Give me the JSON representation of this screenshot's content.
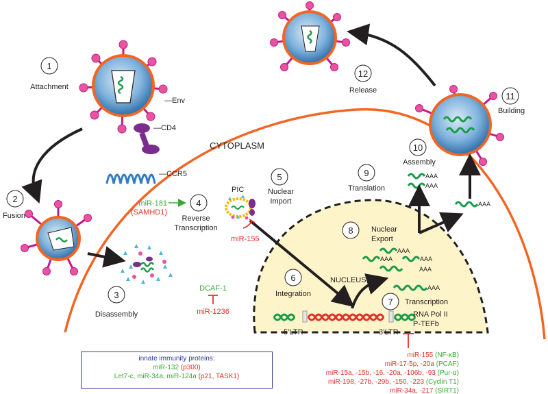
{
  "steps": [
    {
      "n": "1",
      "label": "Attachment"
    },
    {
      "n": "2",
      "label": "Fusion"
    },
    {
      "n": "3",
      "label": "Disassembly"
    },
    {
      "n": "4",
      "label": "Reverse Transcription"
    },
    {
      "n": "5",
      "label": "Nuclear Import"
    },
    {
      "n": "6",
      "label": "Integration"
    },
    {
      "n": "7",
      "label": "Transcription"
    },
    {
      "n": "8",
      "label": "Nuclear Export"
    },
    {
      "n": "9",
      "label": "Translation"
    },
    {
      "n": "10",
      "label": "Assembly"
    },
    {
      "n": "11",
      "label": "Building"
    },
    {
      "n": "12",
      "label": "Release"
    }
  ],
  "receptors": {
    "env": "—Env",
    "cd4": "—CD4",
    "ccr5": "—CCR5"
  },
  "regions": {
    "cytoplasm": "CYTOPLASM",
    "nucleus": "NUCLEUS"
  },
  "pic": "PIC",
  "ltr": {
    "five": "5’LTR",
    "three": "3’LTR"
  },
  "factors": {
    "rnapol": "RNA Pol II",
    "ptefb": "P-TEFb"
  },
  "polyA": "AAA",
  "mirna": {
    "mir181": "miR-181",
    "samhd1": "(SAMHD1)",
    "mir155_pic": "miR-155",
    "dcaf1": "DCAF-1",
    "mir1236": "miR-1236",
    "list": [
      {
        "mir": "miR-155",
        "target": " (NF-κB)"
      },
      {
        "mir": "miR-17-5p, -20a",
        "target": " (PCAF)"
      },
      {
        "mir": "miR-15a, -15b, -16, -20a, -106b, -93",
        "target": " (Pur-α)"
      },
      {
        "mir": "miR-198, -27b, -29b, -150, -223",
        "target": " (Cyclin T1)"
      },
      {
        "mir": "miR-34a, -217",
        "target": " (SIRT1)"
      }
    ]
  },
  "legend": {
    "title": "innate immunity proteins:",
    "row1_mir": "miR-132",
    "row1_target": " (p300)",
    "row2_mir": "Let7-c, miR-34a, miR-124a",
    "row2_target": " (p21, TASK1)"
  },
  "colors": {
    "membrane": "#f26522",
    "capsid": "#ffffff",
    "virion": "#4a90c8",
    "rna": "#1a9b4b",
    "spike": "#c2188b",
    "nucleus": "#fdf5c9",
    "cd4": "#7b2d8e",
    "ccr5": "#2e7bc4",
    "red": "#e0312b",
    "green": "#3aa935"
  }
}
